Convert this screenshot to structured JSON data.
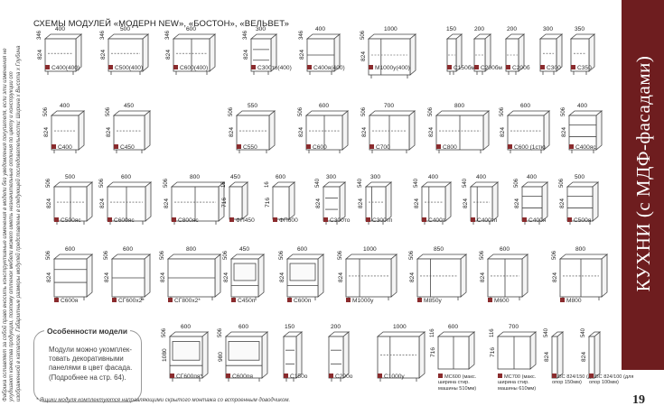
{
  "title": "СХЕМЫ МОДУЛЕЙ «МОДЕРН NEW», «БОСТОН», «ВЕЛЬВЕТ»",
  "side_text": "Фабрика оставляет за собой право вносить конструктивные изменения в модели без уведомления покупателя, если эти изменения не ухудшают качества продукции, поэтому оттенок мебели может иметь незначительные отличия по цвету и конструкции от изображенной в каталоге. Габаритные размеры модулей представлены в следующей последовательности: Ширина х Высота х Глубина",
  "sidebar_label": "КУХНИ (с МДФ-фасадами)",
  "page_number": "19",
  "features": {
    "title": "Особенности модели",
    "text": "Модули можно укомплек-товать декоративными панелями в цвет фасада. (Подробнее на стр. 64)."
  },
  "footnote": "* Ящики модуля комплектуются направляющими скрытого монтажа со встроенным доводчиком.",
  "accent_color": "#6e1d1f",
  "rows": [
    {
      "modules": [
        {
          "name": "С400(400)",
          "w": "400",
          "h": "824",
          "d": "346"
        },
        {
          "name": "С500(400)",
          "w": "500",
          "h": "824",
          "d": "346"
        },
        {
          "name": "С600(400)",
          "w": "600",
          "h": "824",
          "d": "346"
        },
        {
          "name": "С300то(400)",
          "w": "300",
          "h": "824",
          "d": "346"
        },
        {
          "name": "С400я(400)",
          "w": "400",
          "h": "824",
          "d": "346"
        },
        {
          "name": "М1000у(400)",
          "w": "1000",
          "h": "824",
          "d": "506"
        },
        {
          "name": "С150бм",
          "w": "150",
          "h": "",
          "d": ""
        },
        {
          "name": "С200бм",
          "w": "200",
          "h": "",
          "d": ""
        },
        {
          "name": "С200б",
          "w": "200",
          "h": "",
          "d": ""
        },
        {
          "name": "С300",
          "w": "300",
          "h": "",
          "d": ""
        },
        {
          "name": "С350",
          "w": "350",
          "h": "",
          "d": ""
        }
      ]
    },
    {
      "modules": [
        {
          "name": "С400",
          "w": "400",
          "h": "824",
          "d": "506"
        },
        {
          "name": "С450",
          "w": "450",
          "h": "824",
          "d": "506"
        },
        {
          "name": "С550",
          "w": "550",
          "h": "824",
          "d": "506"
        },
        {
          "name": "С600",
          "w": "600",
          "h": "824",
          "d": "506"
        },
        {
          "name": "С700",
          "w": "700",
          "h": "824",
          "d": "506"
        },
        {
          "name": "С800",
          "w": "800",
          "h": "824",
          "d": "506"
        },
        {
          "name": "С600 (1стк)",
          "w": "600",
          "h": "824",
          "d": "506"
        },
        {
          "name": "С400яс",
          "w": "400",
          "h": "824",
          "d": "506"
        }
      ]
    },
    {
      "modules": [
        {
          "name": "С500яс",
          "w": "500",
          "h": "824",
          "d": "506"
        },
        {
          "name": "С600яс",
          "w": "600",
          "h": "824",
          "d": "506"
        },
        {
          "name": "С800яс",
          "w": "800",
          "h": "824",
          "d": "506"
        },
        {
          "name": "ФП450",
          "w": "450",
          "h": "716",
          "d": "16"
        },
        {
          "name": "ФП600",
          "w": "600",
          "h": "716",
          "d": "16"
        },
        {
          "name": "С300то",
          "w": "300",
          "h": "824",
          "d": "540"
        },
        {
          "name": "С300тп",
          "w": "300",
          "h": "824",
          "d": "540"
        },
        {
          "name": "С400т",
          "w": "400",
          "h": "824",
          "d": "540"
        },
        {
          "name": "С400тп",
          "w": "400",
          "h": "824",
          "d": "540"
        },
        {
          "name": "С400я",
          "w": "400",
          "h": "824",
          "d": "506"
        },
        {
          "name": "С500я",
          "w": "500",
          "h": "824",
          "d": "506"
        }
      ]
    },
    {
      "modules": [
        {
          "name": "С600я",
          "w": "600",
          "h": "824",
          "d": "506"
        },
        {
          "name": "СГ600х2*",
          "w": "600",
          "h": "824",
          "d": "506"
        },
        {
          "name": "СГ800х2*",
          "w": "800",
          "h": "824",
          "d": "506"
        },
        {
          "name": "С450п",
          "w": "450",
          "h": "824",
          "d": "506"
        },
        {
          "name": "С600п",
          "w": "600",
          "h": "824",
          "d": "506"
        },
        {
          "name": "М1000у",
          "w": "1000",
          "h": "824",
          "d": "506"
        },
        {
          "name": "М850у",
          "w": "850",
          "h": "824",
          "d": "506"
        },
        {
          "name": "М600",
          "w": "600",
          "h": "824",
          "d": "506"
        },
        {
          "name": "М800",
          "w": "800",
          "h": "824",
          "d": "506"
        }
      ]
    },
    {
      "modules": [
        {
          "name": "СГ600пя*",
          "w": "600",
          "h": "1080",
          "d": "506"
        },
        {
          "name": "С600пя",
          "w": "600",
          "h": "980",
          "d": "506"
        },
        {
          "name": "С150о",
          "w": "150",
          "h": "",
          "d": ""
        },
        {
          "name": "С200о",
          "w": "200",
          "h": "",
          "d": ""
        },
        {
          "name": "С1000у",
          "w": "1000",
          "h": "",
          "d": ""
        },
        {
          "name": "МС600 (макс. ширина стир. машины 510мм)",
          "w": "600",
          "h": "716",
          "d": "116"
        },
        {
          "name": "МС700 (макс. ширина стир. машины 610мм)",
          "w": "700",
          "h": "716",
          "d": "116"
        },
        {
          "name": "БС 824/150 (для опор 150мм)",
          "w": "",
          "h": "824",
          "d": "540"
        },
        {
          "name": "БС 824/100 (для опор 100мм)",
          "w": "",
          "h": "824",
          "d": "540"
        }
      ]
    }
  ]
}
